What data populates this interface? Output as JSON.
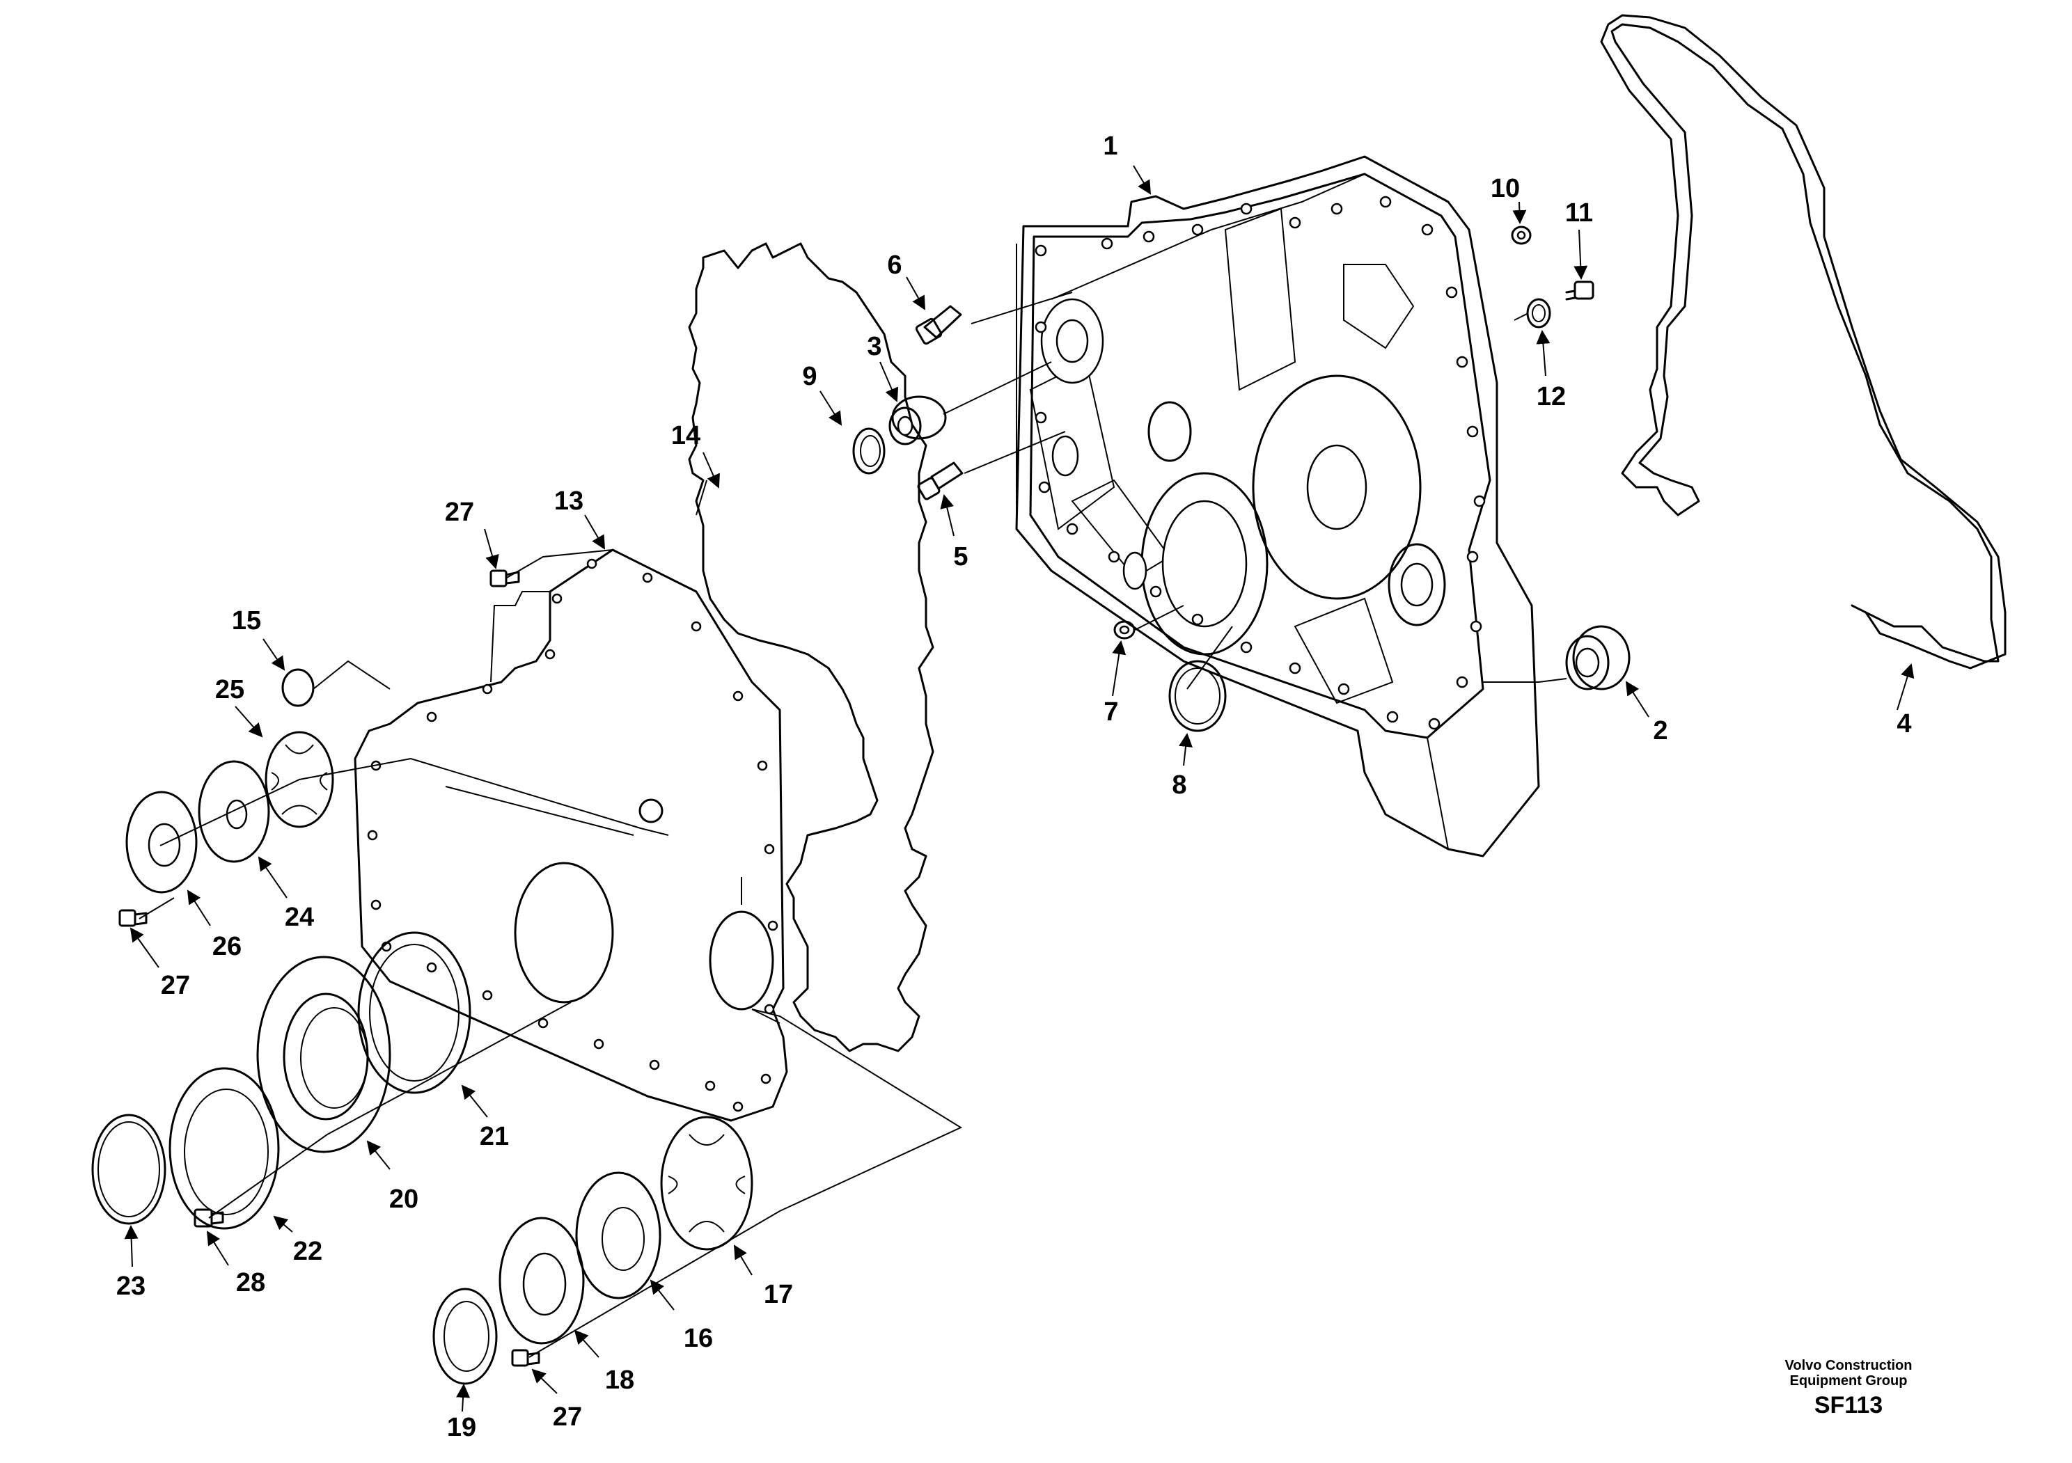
{
  "diagram": {
    "part_labels": [
      "1",
      "2",
      "3",
      "4",
      "5",
      "6",
      "7",
      "8",
      "9",
      "10",
      "11",
      "12",
      "13",
      "14",
      "15",
      "16",
      "17",
      "18",
      "19",
      "20",
      "21",
      "22",
      "23",
      "24",
      "25",
      "26",
      "27",
      "27",
      "27",
      "27",
      "28"
    ],
    "footer": {
      "company_line1": "Volvo Construction",
      "company_line2": "Equipment Group",
      "code": "SF113"
    }
  }
}
